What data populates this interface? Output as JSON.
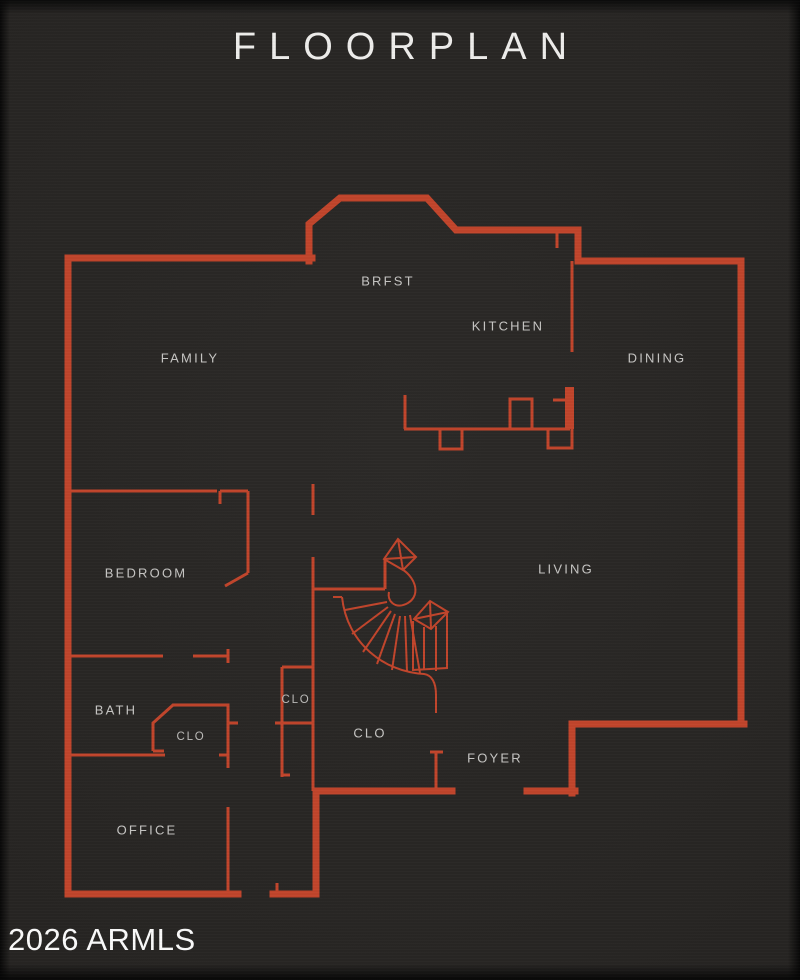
{
  "title": "FLOORPLAN",
  "watermark": "2026 ARMLS",
  "colors": {
    "wall": "#c2452c",
    "background": "#272523",
    "label_text": "#c7c6c4",
    "title_text": "#efeeec",
    "watermark_text": "#fbfbfb"
  },
  "rooms": [
    {
      "label": "BRFST"
    },
    {
      "label": "KITCHEN"
    },
    {
      "label": "DINING"
    },
    {
      "label": "FAMILY"
    },
    {
      "label": "BEDROOM"
    },
    {
      "label": "LIVING"
    },
    {
      "label": "BATH"
    },
    {
      "label": "CLO"
    },
    {
      "label": "CLO"
    },
    {
      "label": "CLO"
    },
    {
      "label": "FOYER"
    },
    {
      "label": "OFFICE"
    }
  ],
  "features": [
    "spiral-staircase",
    "kitchen-counter",
    "front-door-opening",
    "rear-door-opening"
  ]
}
